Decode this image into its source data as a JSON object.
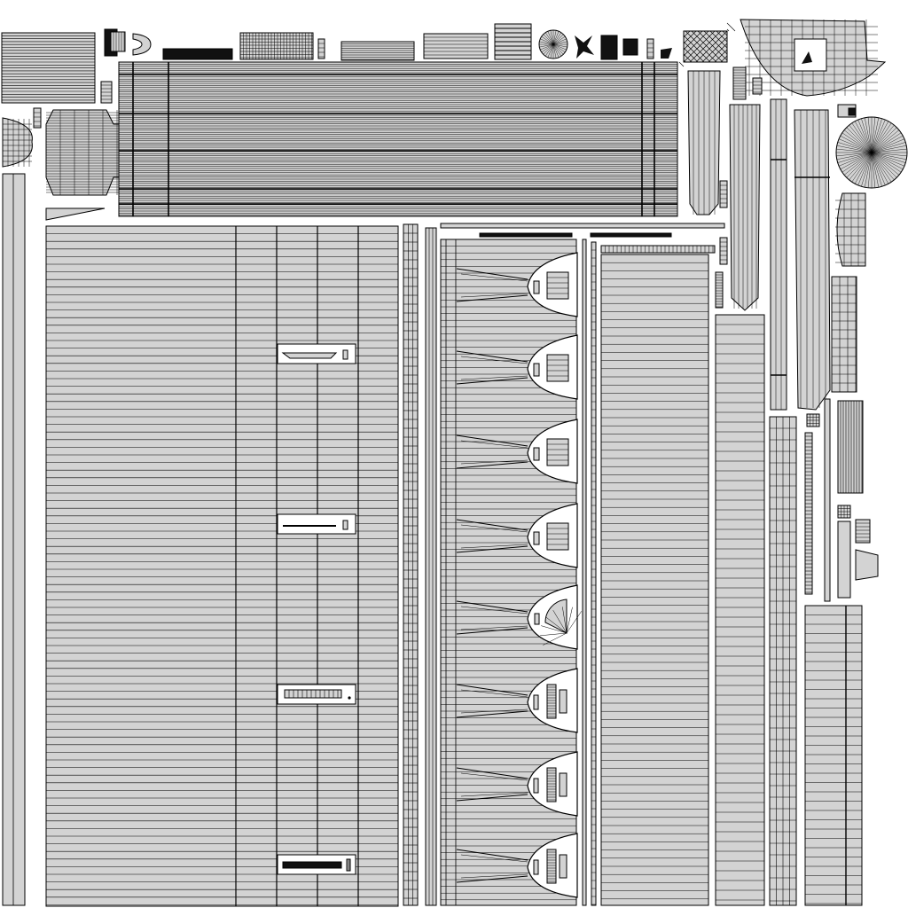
{
  "sheet": {
    "background": "#ffffff",
    "island_fill": "#d3d3d3",
    "edge_color": "#000000",
    "filled_color": "#111111"
  },
  "islands": [
    {
      "name": "uv-island-top-left-block",
      "kind": "hstripes"
    },
    {
      "name": "uv-island-main-cylinder",
      "kind": "hstripes"
    },
    {
      "name": "uv-island-left-dome",
      "kind": "grid"
    },
    {
      "name": "uv-island-left-pole",
      "kind": "vstripes"
    },
    {
      "name": "uv-island-large-panel",
      "kind": "hstripes"
    },
    {
      "name": "uv-island-thin-column-1",
      "kind": "grid"
    },
    {
      "name": "uv-island-thin-column-2",
      "kind": "vstripes"
    },
    {
      "name": "uv-island-wedge-column",
      "kind": "hstripes"
    },
    {
      "name": "uv-island-right-panel-1",
      "kind": "hstripes"
    },
    {
      "name": "uv-island-right-panel-2",
      "kind": "hstripes"
    },
    {
      "name": "uv-island-curved-shell",
      "kind": "grid"
    },
    {
      "name": "uv-island-radial-disc",
      "kind": "radial"
    },
    {
      "name": "uv-island-tall-strip-1",
      "kind": "vstripes"
    },
    {
      "name": "uv-island-tall-strip-2",
      "kind": "vstripes"
    },
    {
      "name": "uv-island-tall-strip-3",
      "kind": "vstripes"
    },
    {
      "name": "uv-island-grid-column",
      "kind": "grid"
    },
    {
      "name": "uv-island-bottom-right-block",
      "kind": "hstripes"
    },
    {
      "name": "uv-island-small-parts",
      "kind": "mixed"
    }
  ]
}
